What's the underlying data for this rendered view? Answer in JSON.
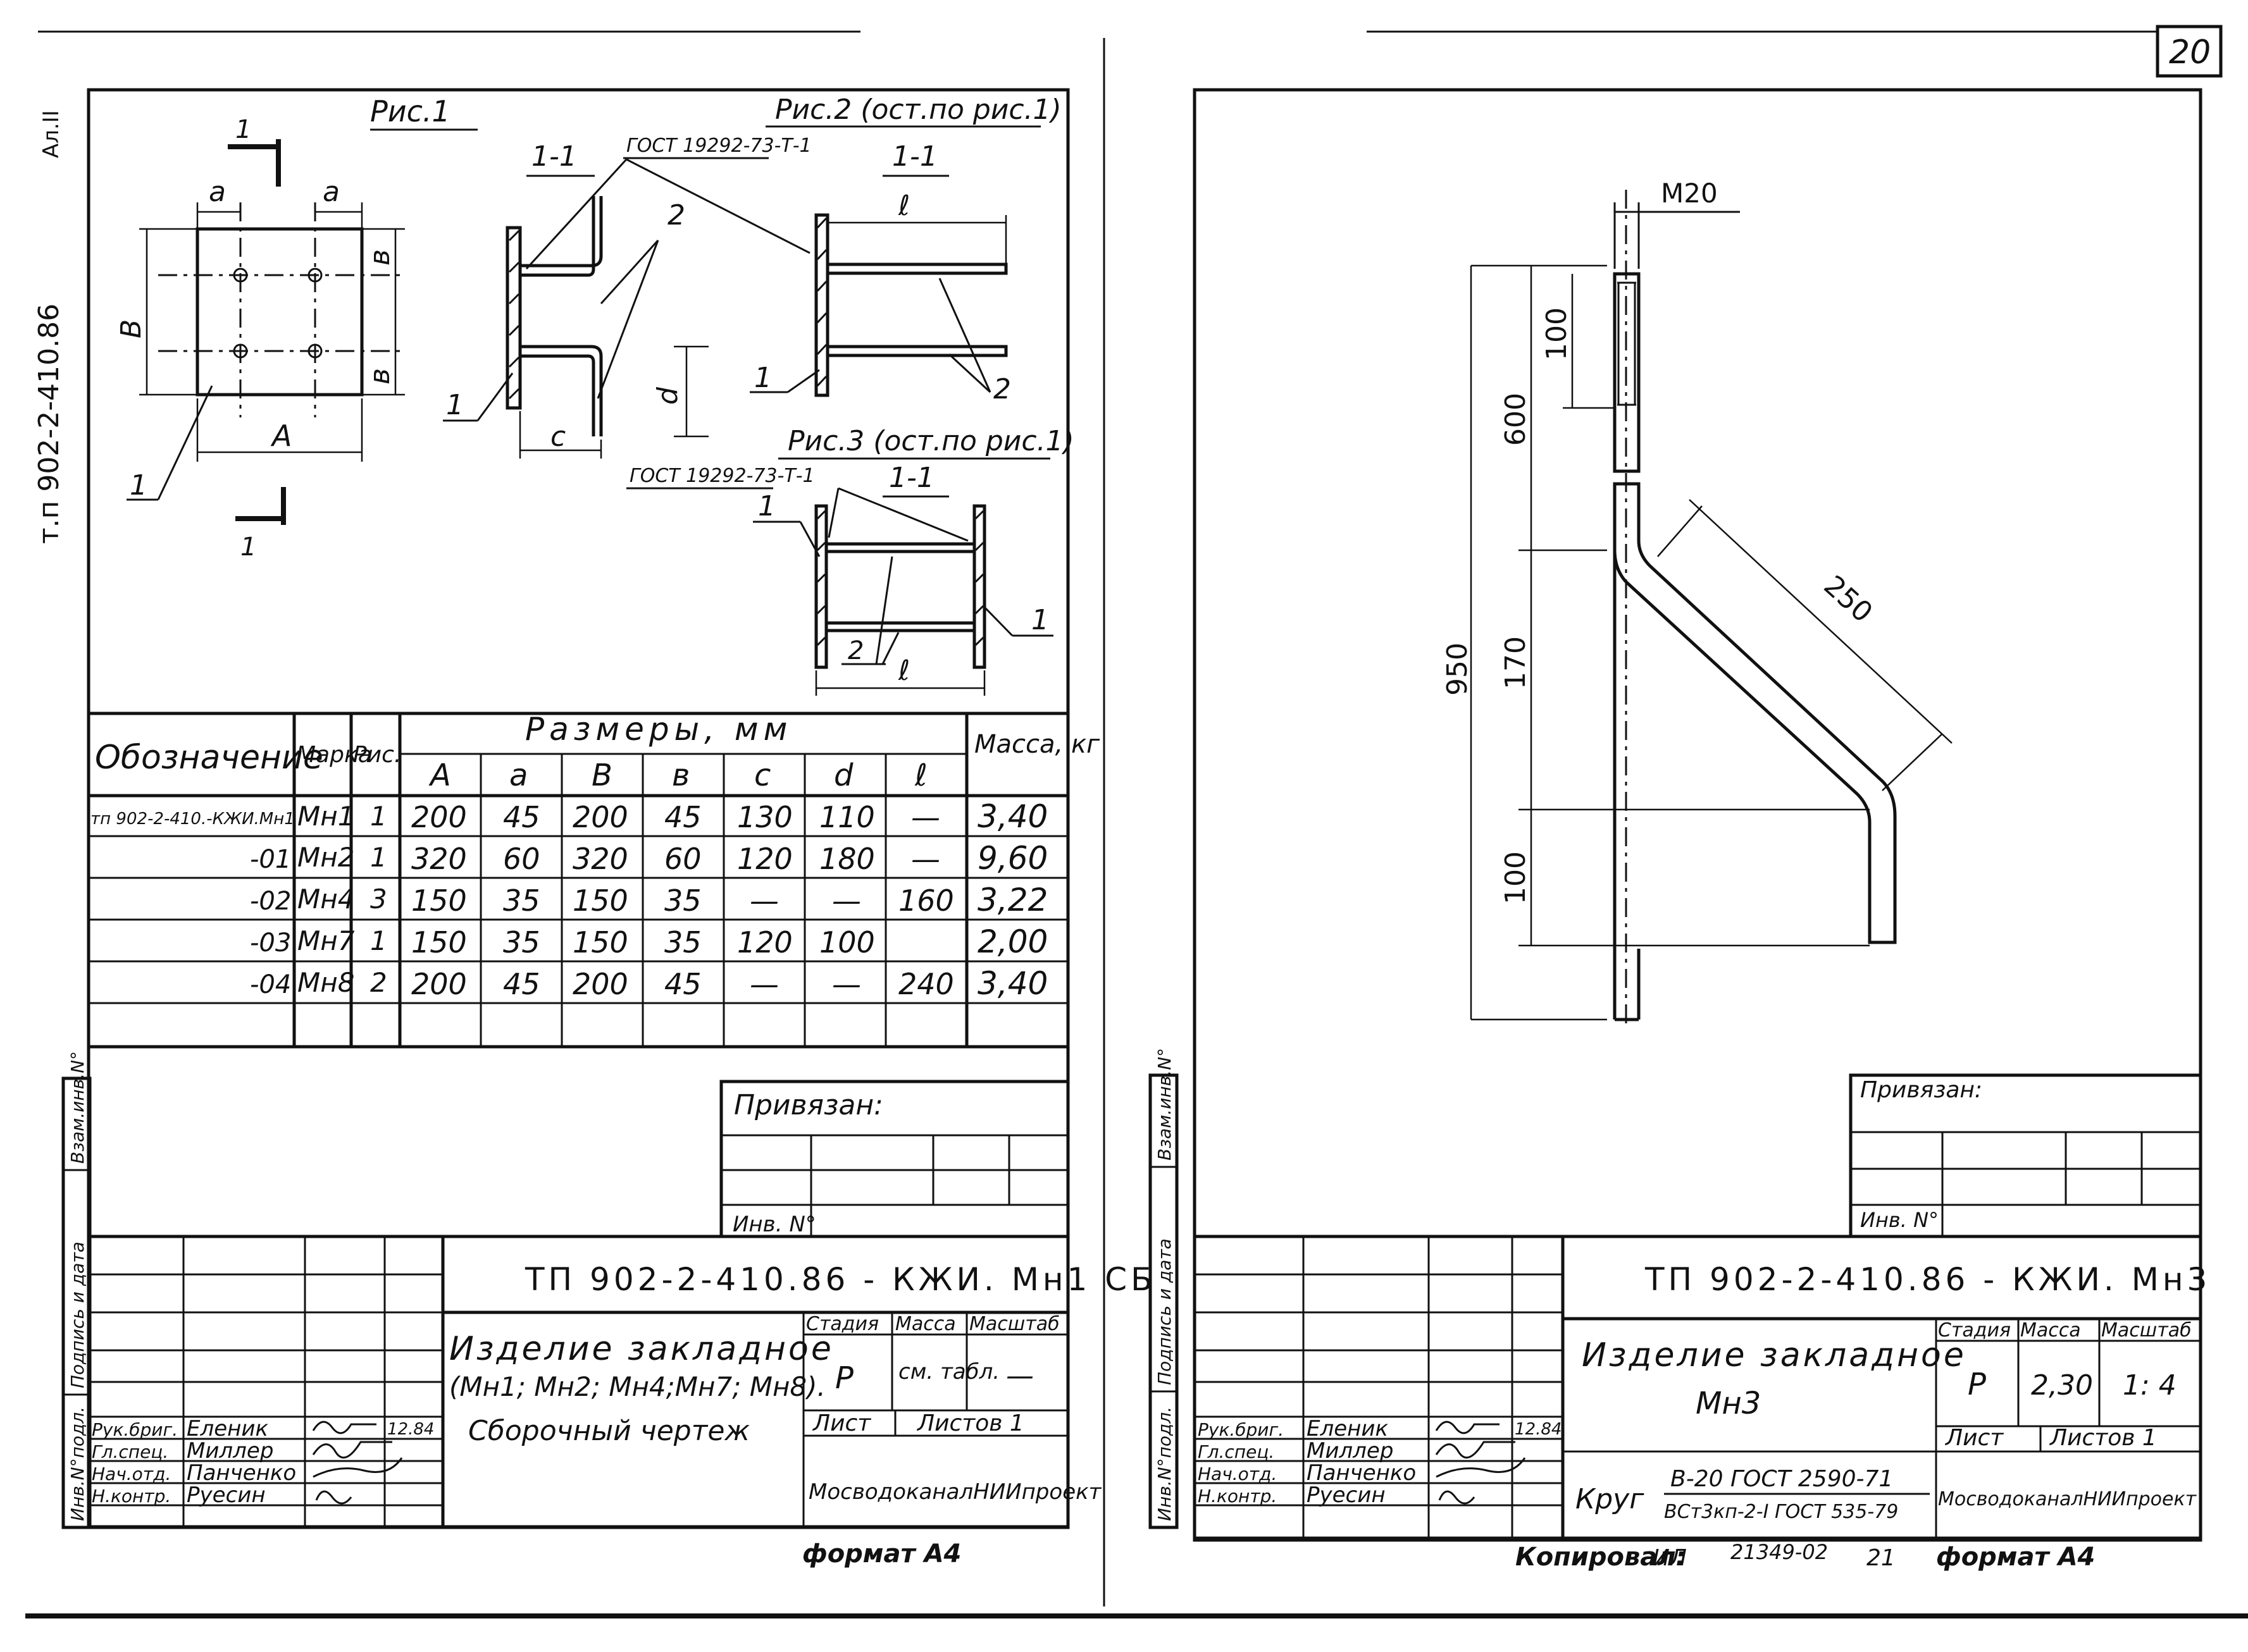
{
  "left_sheet": {
    "side_label": {
      "code": "т.п 902-2-410.86",
      "album": "Ал.II"
    },
    "fig1": {
      "title": "Рис.1",
      "section_mark": "1",
      "dims": {
        "a": "a",
        "b": "в",
        "B": "В",
        "A": "А"
      },
      "leader_1": "1"
    },
    "fig2": {
      "title": "Рис.2 (ост.по рис.1)",
      "section": "1-1",
      "gost": "ГОСТ 19292-73-Т-1",
      "dim_l": "ℓ",
      "leader_1": "1",
      "leader_2": "2"
    },
    "fig_left_section": {
      "section": "1-1",
      "dim_c": "с",
      "dim_d": "d",
      "leader_1": "1",
      "leader_2": "2"
    },
    "fig3": {
      "title": "Рис.3 (ост.по рис.1)",
      "section": "1-1",
      "gost": "ГОСТ 19292-73-Т-1",
      "dim_l": "ℓ",
      "leader_1a": "1",
      "leader_1b": "1",
      "leader_2": "2"
    },
    "table": {
      "h_designation": "Обозначение",
      "h_mark": "Марка",
      "h_fig": "Рис.",
      "h_dims": "Размеры, мм",
      "h_mass": "Масса, кг",
      "dim_cols": [
        "А",
        "a",
        "В",
        "в",
        "с",
        "d",
        "ℓ"
      ],
      "rows": [
        {
          "des": "тп 902-2-410.-КЖИ.Мн1",
          "mark": "Мн1",
          "fig": "1",
          "A": "200",
          "a": "45",
          "B": "200",
          "b": "45",
          "c": "130",
          "d": "110",
          "l": "—",
          "mass": "3,40"
        },
        {
          "des": "-01",
          "mark": "Мн2",
          "fig": "1",
          "A": "320",
          "a": "60",
          "B": "320",
          "b": "60",
          "c": "120",
          "d": "180",
          "l": "—",
          "mass": "9,60"
        },
        {
          "des": "-02",
          "mark": "Мн4",
          "fig": "3",
          "A": "150",
          "a": "35",
          "B": "150",
          "b": "35",
          "c": "—",
          "d": "—",
          "l": "160",
          "mass": "3,22"
        },
        {
          "des": "-03",
          "mark": "Мн7",
          "fig": "1",
          "A": "150",
          "a": "35",
          "B": "150",
          "b": "35",
          "c": "120",
          "d": "100",
          "l": "",
          "mass": "2,00"
        },
        {
          "des": "-04",
          "mark": "Мн8",
          "fig": "2",
          "A": "200",
          "a": "45",
          "B": "200",
          "b": "45",
          "c": "—",
          "d": "—",
          "l": "240",
          "mass": "3,40"
        }
      ]
    },
    "privyazan": "Привязан:",
    "inv": "Инв. N°",
    "side_columns": [
      "Инв.N°подл.",
      "Подпись и дата",
      "Взам.инв.N°"
    ],
    "title_block": {
      "code": "ТП 902-2-410.86  - КЖИ. Мн1 СБ",
      "name_line1": "Изделие закладное",
      "name_line2": "(Мн1; Мн2; Мн4;Мн7; Мн8).",
      "name_line3": "Сборочный чертеж",
      "stage_h": "Стадия",
      "mass_h": "Масса",
      "scale_h": "Масштаб",
      "stage": "Р",
      "mass": "см. табл.",
      "scale": "—",
      "sheet": "Лист",
      "sheets": "Листов 1",
      "org": "МосводоканалНИИпроект",
      "staff": [
        {
          "role": "Рук.бриг.",
          "name": "Еленик",
          "date": "12.84"
        },
        {
          "role": "Гл.спец.",
          "name": "Миллер",
          "date": ""
        },
        {
          "role": "Нач.отд.",
          "name": "Панченко",
          "date": ""
        },
        {
          "role": "Н.контр.",
          "name": "Руесин",
          "date": ""
        }
      ]
    },
    "format": "формат А4"
  },
  "right_sheet": {
    "page_number": "20",
    "drawing": {
      "thread": "М20",
      "dim_total": "950",
      "dim_600": "600",
      "dim_100_top": "100",
      "dim_170": "170",
      "dim_100_bot": "100",
      "dim_250": "250"
    },
    "privyazan": "Привязан:",
    "inv": "Инв. N°",
    "side_columns": [
      "Инв.N°подл.",
      "Подпись и дата",
      "Взам.инв.N°"
    ],
    "title_block": {
      "code": "ТП 902-2-410.86   - КЖИ. Мн3",
      "name_line1": "Изделие закладное",
      "name_line2": "Мн3",
      "stage_h": "Стадия",
      "mass_h": "Масса",
      "scale_h": "Масштаб",
      "stage": "Р",
      "mass": "2,30",
      "scale": "1: 4",
      "sheet": "Лист",
      "sheets": "Листов 1",
      "org": "МосводоканалНИИпроект",
      "material_prefix": "Круг",
      "material_top": "В-20 ГОСТ 2590-71",
      "material_bottom": "ВСт3кп-2-I ГОСТ 535-79",
      "staff": [
        {
          "role": "Рук.бриг.",
          "name": "Еленик",
          "date": "12.84"
        },
        {
          "role": "Гл.спец.",
          "name": "Миллер",
          "date": ""
        },
        {
          "role": "Нач.отд.",
          "name": "Панченко",
          "date": ""
        },
        {
          "role": "Н.контр.",
          "name": "Руесин",
          "date": ""
        }
      ]
    },
    "copied": "Копировал:",
    "copied_sign": "ИЛ",
    "copy_no": "21349-02",
    "copy_page": "21",
    "format": "формат А4"
  }
}
